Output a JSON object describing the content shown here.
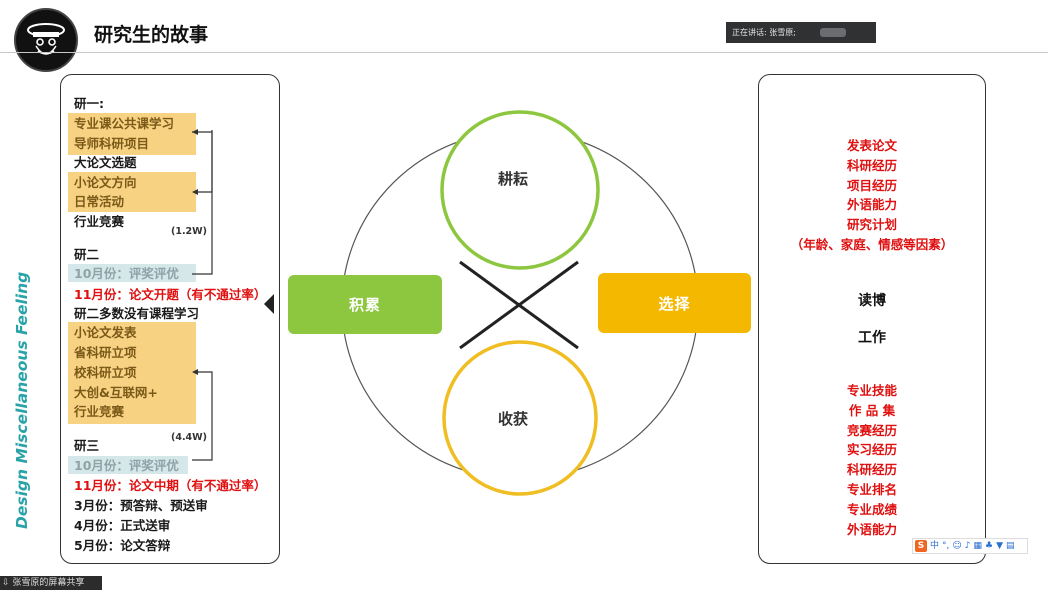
{
  "header": {
    "title": "研究生的故事",
    "speaker_text": "正在讲话: 张雪原;"
  },
  "left": {
    "y1_title": "研一:",
    "y1_items_box1": [
      "专业课公共课学习",
      "导师科研项目"
    ],
    "y1_mid": "大论文选题",
    "y1_items_box2": [
      "小论文方向",
      "日常活动"
    ],
    "y1_end": "行业竞赛",
    "amount1": "(1.2W)",
    "y2_title": "研二",
    "y2_award": "10月份：评奖评优",
    "y2_red": "11月份：论文开题（有不通过率）",
    "y2_note": "研二多数没有课程学习",
    "y2_items_box": [
      "小论文发表",
      "省科研立项",
      "校科研立项",
      "大创&互联网+",
      "行业竞赛"
    ],
    "amount2": "(4.4W)",
    "y3_title": "研三",
    "y3_award": "10月份：评奖评优",
    "y3_red": "11月份：论文中期（有不通过率）",
    "y3_items": [
      "3月份：预答辩、预送审",
      "4月份：正式送审",
      "5月份：论文答辩"
    ]
  },
  "center": {
    "top_label": "耕耘",
    "bottom_label": "收获",
    "left_button": "积累",
    "right_button": "选择"
  },
  "right": {
    "top_items": [
      "发表论文",
      "科研经历",
      "项目经历",
      "外语能力",
      "研究计划",
      "（年龄、家庭、情感等因素）"
    ],
    "option1": "读博",
    "option2": "工作",
    "bottom_items": [
      "专业技能",
      "作 品 集",
      "竞赛经历",
      "实习经历",
      "科研经历",
      "专业排名",
      "专业成绩",
      "外语能力"
    ]
  },
  "watermark": "Design Miscellaneous Feeling",
  "share_text": "张雪原的屏幕共享",
  "ime": {
    "logo": "S",
    "mode": "中"
  },
  "colors": {
    "green": "#8dc63f",
    "yellow": "#f5b800",
    "red": "#e01010",
    "highlight": "#f8d283",
    "teal": "#2aa3a8"
  }
}
